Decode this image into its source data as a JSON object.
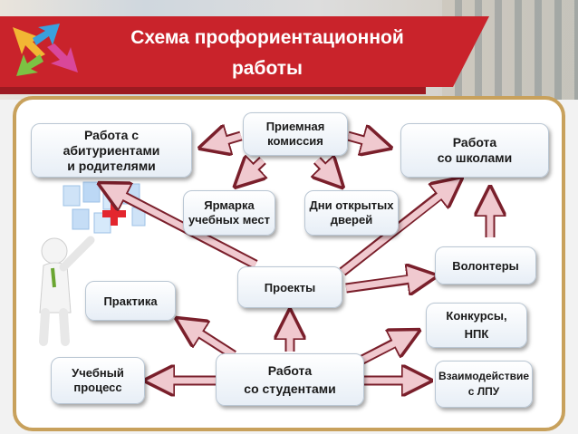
{
  "title": {
    "line1": "Схема профориентационной",
    "line2": "работы"
  },
  "nodes": {
    "abiturienty": [
      "Работа с",
      "абитуриентами",
      "и родителями"
    ],
    "priemnaya": [
      "Приемная",
      "комиссия"
    ],
    "shkoly": [
      "Работа",
      "со школами"
    ],
    "yarmarka": [
      "Ярмарка",
      "учебных мест"
    ],
    "dni": [
      "Дни открытых",
      "дверей"
    ],
    "volontery": [
      "Волонтеры"
    ],
    "proekty": [
      "Проекты"
    ],
    "praktika": [
      "Практика"
    ],
    "konkursy": [
      "Конкурсы,",
      "НПК"
    ],
    "uchebny": [
      "Учебный",
      "процесс"
    ],
    "studenty": [
      "Работа",
      "со студентами"
    ],
    "lpu": [
      "Взаимодействие",
      "с ЛПУ"
    ]
  },
  "colors": {
    "banner": "#c9232b",
    "panel_border": "#c8a15c",
    "arrow_fill": "#f0c9cf",
    "arrow_stroke": "#7a1f2b"
  }
}
